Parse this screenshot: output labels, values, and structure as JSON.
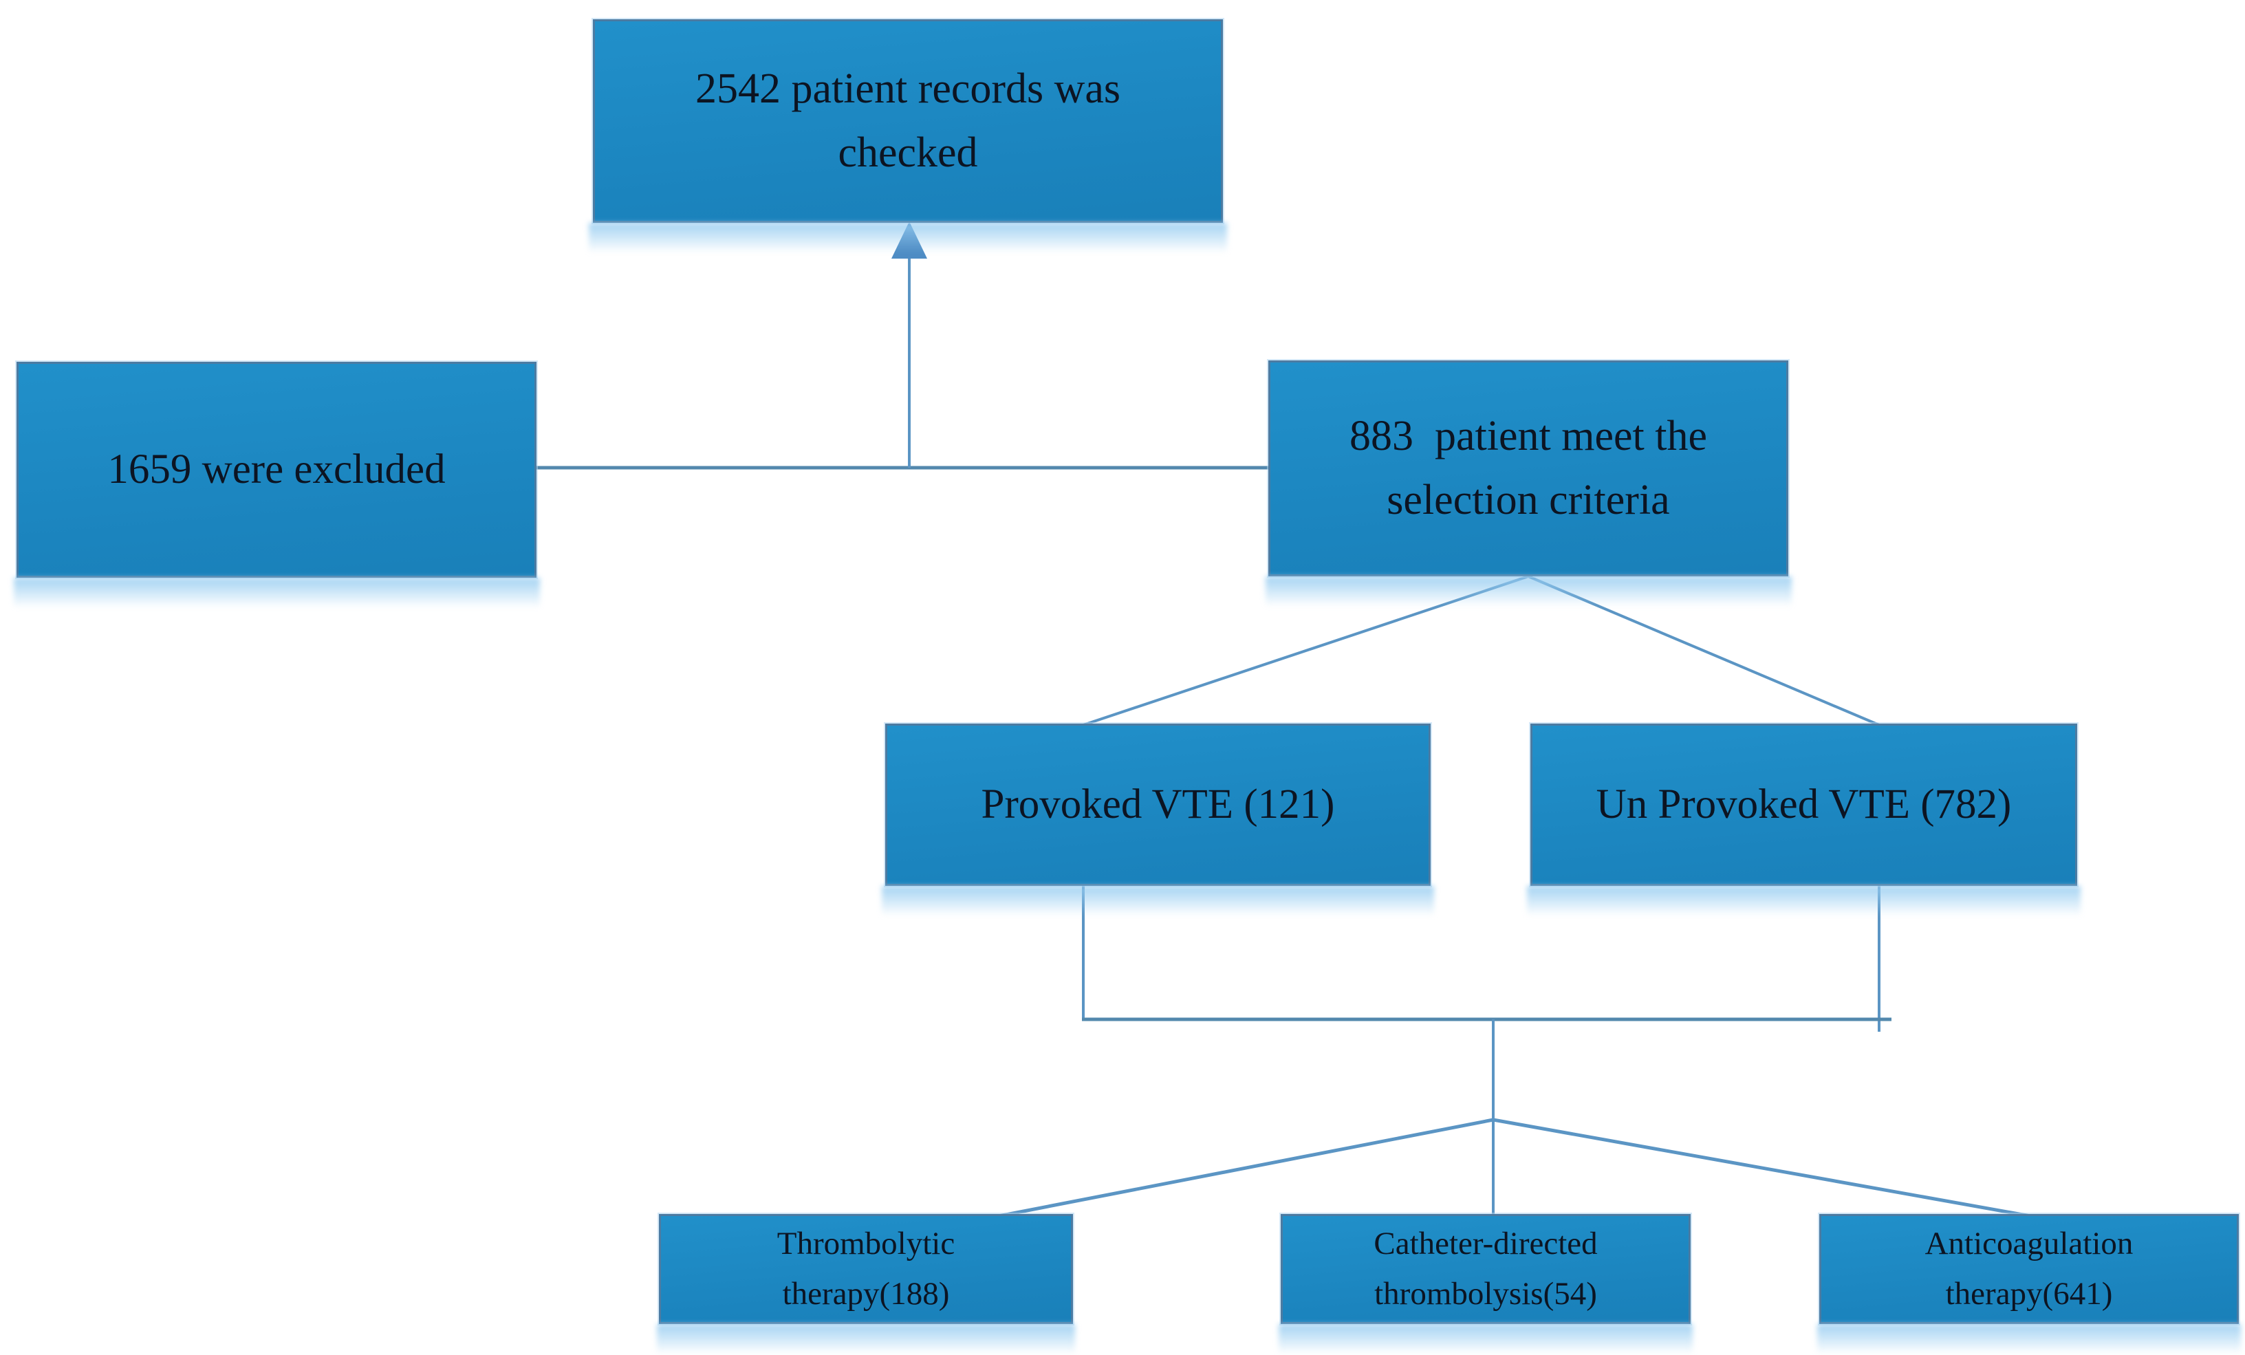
{
  "figure": {
    "type": "flowchart",
    "background": "#ffffff"
  },
  "colors": {
    "box_fill": "#1e87c3",
    "box_border": "#4c7ba2",
    "box_glow": "#94cbf0",
    "connector_line": "#5b95c4",
    "connector_line_dark": "#5388ad",
    "arrow": "#4e8cc4",
    "text": "#0c1422"
  },
  "nodes": [
    {
      "id": "records-checked",
      "label": "2542 patient records was checked"
    },
    {
      "id": "excluded",
      "label": "1659 were excluded"
    },
    {
      "id": "meet-criteria",
      "label": "883  patient meet the selection criteria"
    },
    {
      "id": "provoked",
      "label": "Provoked VTE (121)"
    },
    {
      "id": "unprovoked",
      "label": "Un Provoked VTE (782)"
    },
    {
      "id": "thrombolytic",
      "label": "Thrombolytic therapy(188)"
    },
    {
      "id": "catheter",
      "label": "Catheter-directed thrombolysis(54)"
    },
    {
      "id": "anticoagulation",
      "label": "Anticoagulation therapy(641)"
    }
  ],
  "edges": [
    {
      "from": "excluded",
      "to": "meet-criteria",
      "style": "horizontal-line",
      "arrow": false
    },
    {
      "from": "junction",
      "to": "records-checked",
      "style": "vertical-line",
      "arrow": true
    },
    {
      "from": "meet-criteria",
      "to": "provoked",
      "style": "diagonal",
      "arrow": false
    },
    {
      "from": "meet-criteria",
      "to": "unprovoked",
      "style": "diagonal",
      "arrow": false
    },
    {
      "from": "provoked",
      "to": "merge-bar",
      "style": "vertical-line",
      "arrow": false
    },
    {
      "from": "unprovoked",
      "to": "merge-bar",
      "style": "vertical-line",
      "arrow": false
    },
    {
      "from": "merge-bar",
      "to": "thrombolytic",
      "style": "diagonal",
      "arrow": false
    },
    {
      "from": "merge-bar",
      "to": "catheter",
      "style": "vertical-line",
      "arrow": false
    },
    {
      "from": "merge-bar",
      "to": "anticoagulation",
      "style": "diagonal",
      "arrow": false
    }
  ]
}
